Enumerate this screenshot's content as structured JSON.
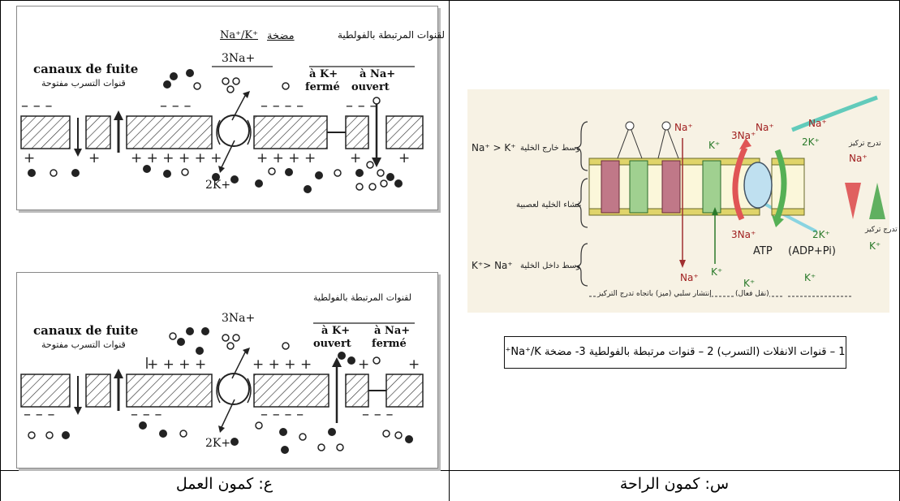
{
  "table": {
    "captions": {
      "left": "ع: كمون العمل",
      "right": "س: كمون الراحة"
    }
  },
  "top_left": {
    "title_ar": "لقنوات المرتبطة بالفولطية",
    "pump_ar": "مضخة",
    "pump_ion": "Na⁺/K⁺",
    "leak_fr": "canaux de fuite",
    "leak_ar": "قنوات التسرب مفتوحة",
    "na_out": "3Na+",
    "k_in": "2K+",
    "k_channel": "à K+",
    "k_state": "fermé",
    "na_channel": "à Na+",
    "na_state": "ouvert",
    "plus_row": "+ + + + + + + +",
    "minus_row": "– – – – – – – –"
  },
  "bottom_left": {
    "title_ar": "لقنوات المرتبطة بالفولطية",
    "leak_fr": "canaux de fuite",
    "leak_ar": "قنوات التسرب مفتوحة",
    "na_out": "3Na+",
    "k_in": "2K+",
    "k_channel": "à K+",
    "k_state": "ouvert",
    "na_channel": "à Na+",
    "na_state": "fermé"
  },
  "right": {
    "out_label": "Na⁺ > K⁺",
    "out_ar": "وسط خارج الخلية",
    "membrane_ar": "غشاء الخلية لعصبية",
    "in_label": "K⁺> Na⁺",
    "in_ar": "وسط داخل الخلية",
    "na_plus": "Na⁺",
    "k_plus": "K⁺",
    "na3": "3Na⁺",
    "k2": "2K⁺",
    "atp": "ATP",
    "adp": "(ADP+Pi)",
    "gradient_na_ar": "تدرج تركيز",
    "gradient_k_ar": "تدرج تركيز",
    "passive_ar": "إنتشار سلبي (ميز) باتجاه تدرج التركيز",
    "active_ar": "(نقل فعال)",
    "legend": "1 – قنوات الانفلات (التسرب)   2 – قنوات مرتبطة بالفولطية   3- مضخة Na⁺/K⁺"
  }
}
